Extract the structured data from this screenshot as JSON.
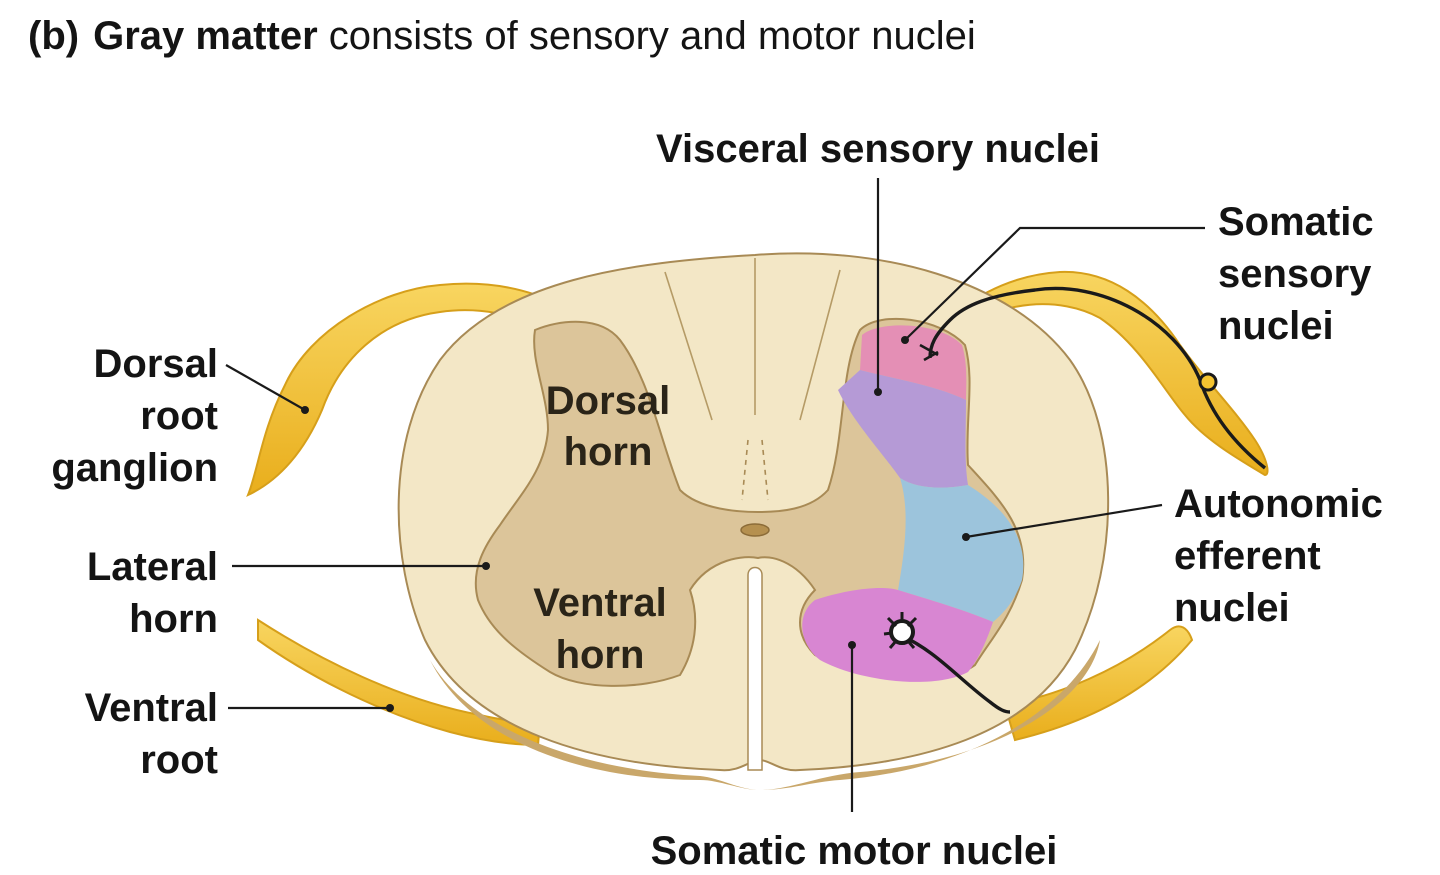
{
  "title": {
    "tag": "(b)",
    "bold": "Gray matter",
    "rest": "consists of sensory and motor nuclei"
  },
  "labels": {
    "visceral_sensory": "Visceral sensory nuclei",
    "somatic_sensory": [
      "Somatic",
      "sensory",
      "nuclei"
    ],
    "dorsal_root_ganglion": [
      "Dorsal",
      "root",
      "ganglion"
    ],
    "dorsal_horn": [
      "Dorsal",
      "horn"
    ],
    "lateral_horn": [
      "Lateral",
      "horn"
    ],
    "ventral_horn": [
      "Ventral",
      "horn"
    ],
    "ventral_root": [
      "Ventral",
      "root"
    ],
    "autonomic_efferent": [
      "Autonomic",
      "efferent",
      "nuclei"
    ],
    "somatic_motor": "Somatic motor nuclei"
  },
  "colors": {
    "white_matter": "#f3e7c6",
    "gray_matter": "#dcc59a",
    "nerve": "#f5c430",
    "somatic_sensory_region": "#e48fb5",
    "visceral_sensory_region": "#b59ad6",
    "autonomic_region": "#9cc4dc",
    "somatic_motor_region": "#d886d2"
  }
}
